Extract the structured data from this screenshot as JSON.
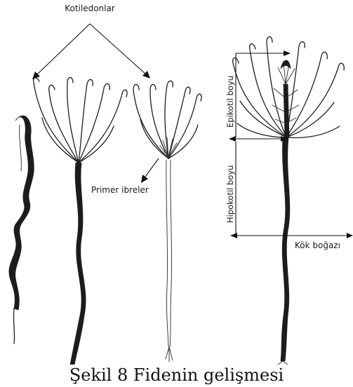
{
  "figure": {
    "labels": {
      "cotyledons": "Kotiledonlar",
      "primary_needles": "Primer ibreler",
      "epicotyl_length": "Epikotil boyu",
      "hypocotyl_length": "Hipokotil boyu",
      "root_collar": "Kök boğazı"
    },
    "caption": "Şekil 8 Fidenin gelişmesi"
  }
}
